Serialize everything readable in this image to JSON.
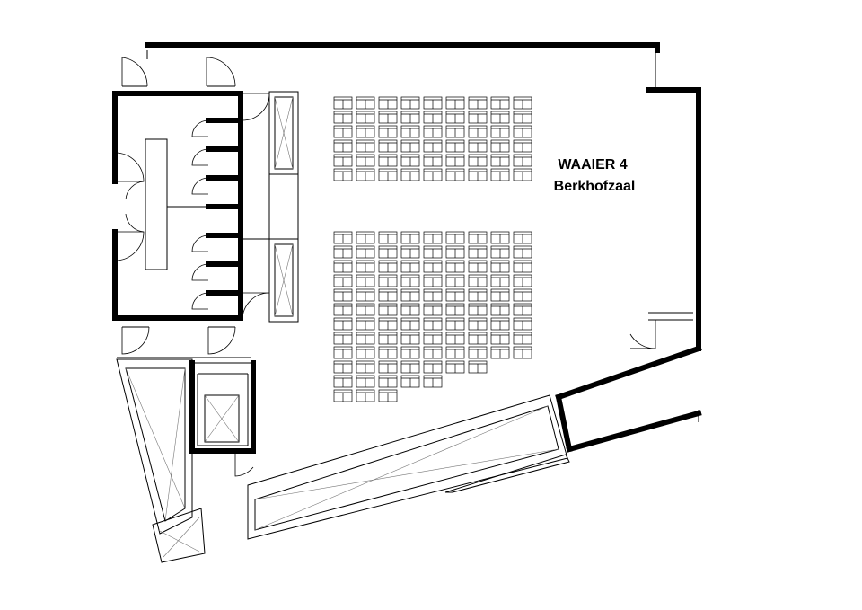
{
  "room": {
    "name": "WAAIER 4",
    "subtitle": "Berkhofzaal"
  },
  "seating": {
    "front_block": {
      "rows": 6,
      "cols": 9
    },
    "back_block": {
      "rows": 12,
      "cols": 9,
      "last_row_seats": 3
    }
  },
  "colors": {
    "walls": "#000000",
    "background": "#ffffff"
  }
}
